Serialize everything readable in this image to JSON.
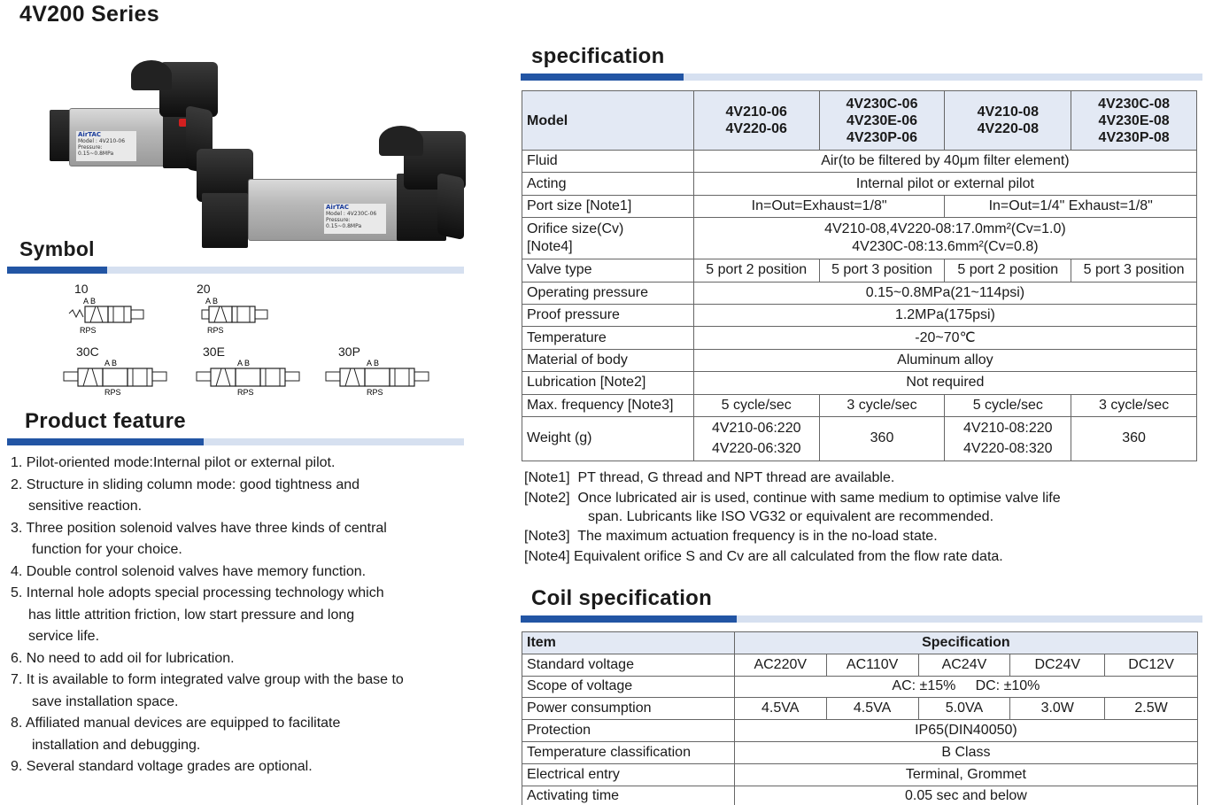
{
  "page_title": "4V200 Series",
  "headings": {
    "symbol": "Symbol",
    "product_feature": "Product feature",
    "specification": "specification",
    "coil_specification": "Coil specification"
  },
  "colors": {
    "accent_dark": "#2255a4",
    "accent_light": "#d6e0f0",
    "header_fill": "#e3e9f4"
  },
  "photos": {
    "brand": "AirTAC",
    "plate1": [
      "Model : 4V210-06",
      "Pressure:",
      "0.15~0.8MPa"
    ],
    "plate2": [
      "Model : 4V230C-06",
      "Pressure:",
      "0.15~0.8MPa"
    ]
  },
  "symbols": {
    "labels": [
      "10",
      "20",
      "30C",
      "30E",
      "30P"
    ],
    "ports_ab": "A B",
    "ports_rps": "R P S"
  },
  "features": [
    {
      "line": "1. Pilot-oriented mode:Internal pilot or external pilot.",
      "cont": []
    },
    {
      "line": "2. Structure in sliding column mode: good tightness and",
      "cont": [
        "sensitive reaction."
      ]
    },
    {
      "line": "3. Three position solenoid valves have three kinds of central",
      "cont": [
        "function for your choice."
      ]
    },
    {
      "line": "4. Double control solenoid valves have memory function.",
      "cont": []
    },
    {
      "line": "5. Internal hole adopts special processing technology which",
      "cont": [
        "has  little attrition friction, low start pressure and long",
        "service life."
      ]
    },
    {
      "line": "6. No need to add oil for lubrication.",
      "cont": []
    },
    {
      "line": "7. It is available to form integrated valve group with the base to",
      "cont": [
        "save installation space."
      ]
    },
    {
      "line": "8. Affiliated manual devices are equipped to facilitate",
      "cont": [
        "installation and debugging."
      ]
    },
    {
      "line": "9. Several standard voltage grades are optional.",
      "cont": []
    }
  ],
  "spec": {
    "model_label": "Model",
    "models": [
      [
        "4V210-06",
        "4V220-06"
      ],
      [
        "4V230C-06",
        "4V230E-06",
        "4V230P-06"
      ],
      [
        "4V210-08",
        "4V220-08"
      ],
      [
        "4V230C-08",
        "4V230E-08",
        "4V230P-08"
      ]
    ],
    "fluid": {
      "label": "Fluid",
      "value": "Air(to be filtered by 40μm filter element)"
    },
    "acting": {
      "label": "Acting",
      "value": "Internal pilot or external pilot"
    },
    "port_size": {
      "label": "Port size   [Note1]",
      "v06": "In=Out=Exhaust=1/8\"",
      "v08": "In=Out=1/4\" Exhaust=1/8\""
    },
    "orifice": {
      "label1": "Orifice size(Cv)",
      "label2": "[Note4]",
      "line1": "4V210-08,4V220-08:17.0mm²(Cv=1.0)",
      "line2": "4V230C-08:13.6mm²(Cv=0.8)"
    },
    "valve_type": {
      "label": "Valve type",
      "values": [
        "5 port 2 position",
        "5 port 3 position",
        "5 port 2 position",
        "5 port 3 position"
      ]
    },
    "operating_pressure": {
      "label": "Operating pressure",
      "value": "0.15~0.8MPa(21~114psi)"
    },
    "proof_pressure": {
      "label": "Proof pressure",
      "value": "1.2MPa(175psi)"
    },
    "temperature": {
      "label": "Temperature",
      "value": "-20~70℃"
    },
    "material": {
      "label": "Material of body",
      "value": "Aluminum alloy"
    },
    "lubrication": {
      "label": "Lubrication   [Note2]",
      "value": "Not required"
    },
    "max_freq": {
      "label": "Max. frequency [Note3]",
      "values": [
        "5 cycle/sec",
        "3 cycle/sec",
        "5 cycle/sec",
        "3 cycle/sec"
      ]
    },
    "weight": {
      "label": "Weight  (g)",
      "v1": [
        "4V210-06:220",
        "4V220-06:320"
      ],
      "v2": "360",
      "v3": [
        "4V210-08:220",
        "4V220-08:320"
      ],
      "v4": "360"
    }
  },
  "notes": [
    {
      "tag": "[Note1]",
      "text": "PT thread, G thread and NPT thread are available."
    },
    {
      "tag": "[Note2]",
      "text": "Once lubricated air is used, continue with same medium to optimise valve life",
      "cont": "span. Lubricants like ISO VG32 or equivalent are recommended."
    },
    {
      "tag": "[Note3]",
      "text": "The maximum actuation frequency is in the no-load state."
    },
    {
      "tag": "[Note4]",
      "text": "Equivalent orifice S and Cv are all calculated from the flow rate data."
    }
  ],
  "coil": {
    "header_item": "Item",
    "header_spec": "Specification",
    "standard_voltage": {
      "label": "Standard voltage",
      "values": [
        "AC220V",
        "AC110V",
        "AC24V",
        "DC24V",
        "DC12V"
      ]
    },
    "scope": {
      "label": "Scope of voltage",
      "value": "AC: ±15%     DC: ±10%"
    },
    "power": {
      "label": "Power consumption",
      "values": [
        "4.5VA",
        "4.5VA",
        "5.0VA",
        "3.0W",
        "2.5W"
      ]
    },
    "protection": {
      "label": "Protection",
      "value": "IP65(DIN40050)"
    },
    "temp_class": {
      "label": "Temperature classification",
      "value": "B Class"
    },
    "entry": {
      "label": "Electrical entry",
      "value": "Terminal, Grommet"
    },
    "activating": {
      "label": "Activating time",
      "value": "0.05 sec and below"
    }
  }
}
